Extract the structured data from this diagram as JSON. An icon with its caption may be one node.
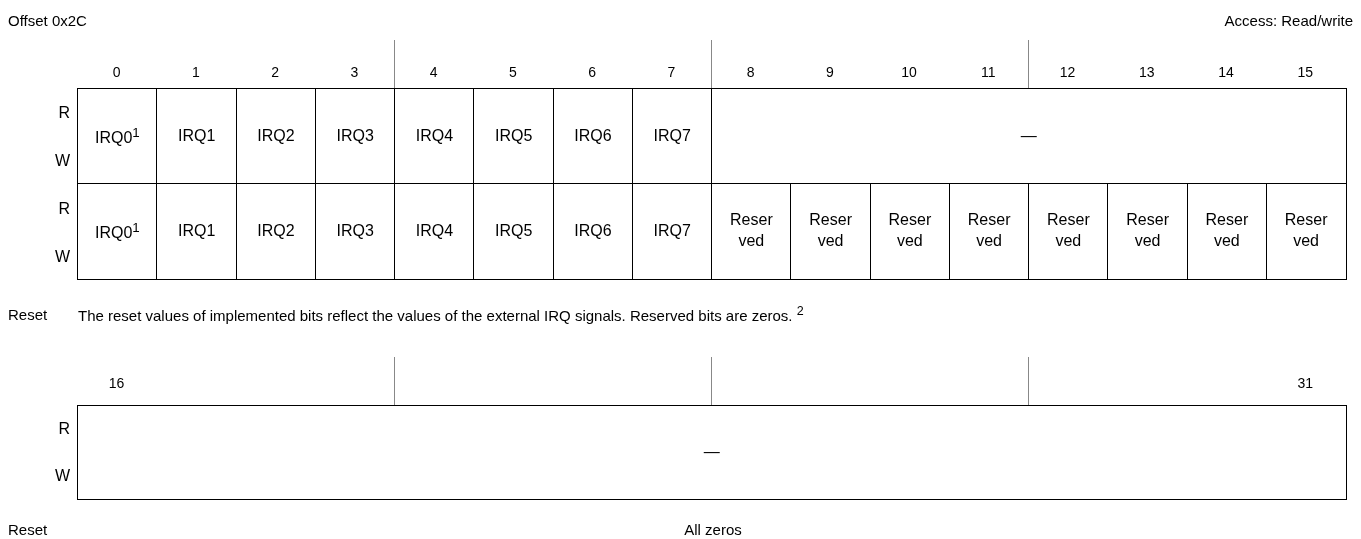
{
  "diagram": {
    "nodes": [
      {
        "text": [
          "IRQ0$^{1}$"
        ]
      },
      {
        "text": [
          "IRQ1"
        ]
      },
      {
        "text": [
          "IRQ2"
        ]
      },
      {
        "text": [
          "IRQ3"
        ]
      },
      {
        "text": [
          "IRQ4"
        ]
      },
      {
        "text": [
          "IRQ5"
        ]
      },
      {
        "text": [
          "IRQ6"
        ]
      },
      {
        "text": [
          "IRQ7"
        ]
      },
      {
        "text": [
          "—"
        ]
      },
      {
        "text": [
          "IRQ0$^{1}$"
        ]
      },
      {
        "text": [
          "IRQ1"
        ]
      },
      {
        "text": [
          "IRQ2"
        ]
      },
      {
        "text": [
          "IRQ3"
        ]
      },
      {
        "text": [
          "IRQ4"
        ]
      },
      {
        "text": [
          "IRQ5"
        ]
      },
      {
        "text": [
          "IRQ6"
        ]
      },
      {
        "text": [
          "IRQ7"
        ]
      },
      {
        "text": [
          "Reser ved"
        ]
      },
      {
        "text": [
          "Reser ved"
        ]
      },
      {
        "text": [
          "Reser ved"
        ]
      },
      {
        "text": [
          "Reser ved"
        ]
      },
      {
        "text": [
          "Reser ved"
        ]
      },
      {
        "text": [
          "Reser ved"
        ]
      },
      {
        "text": [
          "Reser ved"
        ]
      },
      {
        "text": [
          "Reser ved"
        ]
      },
      {
        "text": [
          "—"
        ]
      }
    ],
    "labels": [
      "Offset 0x2C",
      "Access: Read/write",
      "0",
      "1",
      "2",
      "3",
      "4",
      "5",
      "6",
      "7",
      "8",
      "9",
      "10",
      "11",
      "12",
      "13",
      "14",
      "15",
      "R",
      "W",
      "R",
      "W",
      "Reset",
      "The reset values of implemented bits reflect the values of the external IRQ signals. Reserved bits are zeros. $^{2}$",
      "16",
      "31",
      "R",
      "W",
      "Reset",
      "All zeros"
    ]
  }
}
